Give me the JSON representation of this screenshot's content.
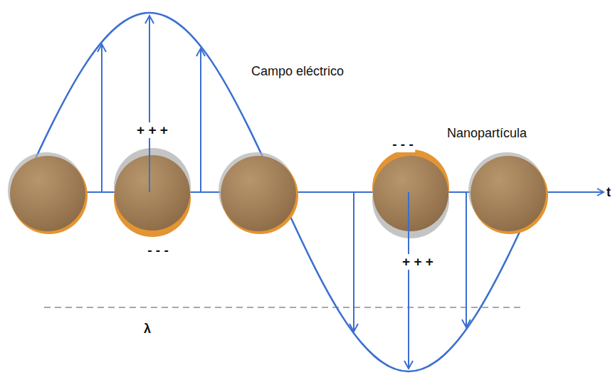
{
  "diagram": {
    "labels": [
      "Campo eléctrico",
      "+ + +",
      "Nanopartícula",
      "- - -",
      "t",
      "- - -",
      "+ + +",
      "λ"
    ]
  }
}
